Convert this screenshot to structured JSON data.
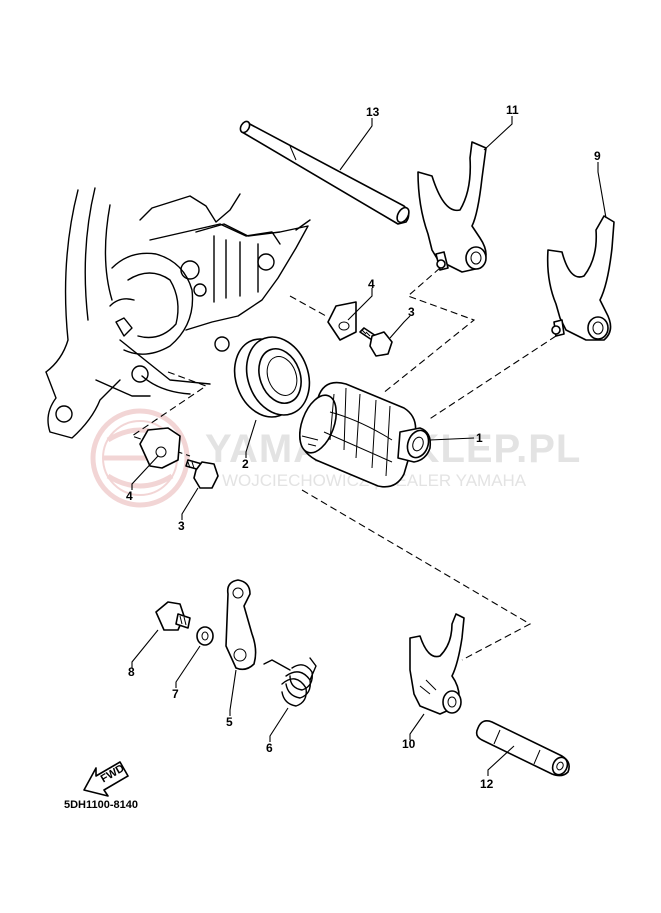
{
  "watermark": {
    "logo_text": "YAMAHASKLEP.PL",
    "line1": "YAMAHASKLEP.PL",
    "line2": "WOJCIECHOWICZ | DEALER YAMAHA",
    "color": "#e8b4b4"
  },
  "part_labels": {
    "p1": "1",
    "p2": "2",
    "p3a": "3",
    "p3b": "3",
    "p4a": "4",
    "p4b": "4",
    "p5": "5",
    "p6": "6",
    "p7": "7",
    "p8": "8",
    "p9": "9",
    "p10": "10",
    "p11": "11",
    "p12": "12",
    "p13": "13"
  },
  "fwd_label": "FWD",
  "diagram_code": "5DH1100-8140"
}
